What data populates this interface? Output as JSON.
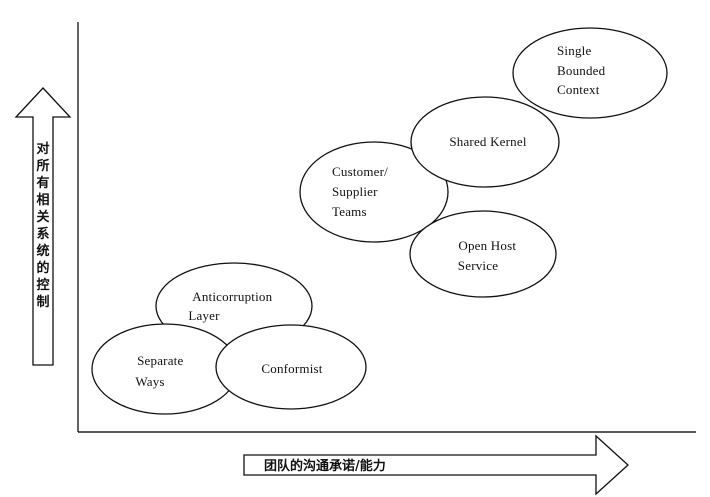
{
  "y_axis_label": "对所有相关系统的控制",
  "x_axis_label": "团队的沟通承诺/能力",
  "nodes": {
    "separate_ways": [
      "Separate",
      "Ways"
    ],
    "conformist": [
      "Conformist"
    ],
    "anticorruption_layer": [
      "Anticorruption",
      "Layer"
    ],
    "customer_supplier": [
      "Customer/",
      "Supplier",
      "Teams"
    ],
    "open_host": [
      "Open Host",
      "Service"
    ],
    "shared_kernel": [
      "Shared Kernel"
    ],
    "single_bounded": [
      "Single",
      "Bounded",
      "Context"
    ]
  },
  "colors": {
    "stroke": "#111111",
    "fill": "#ffffff"
  }
}
